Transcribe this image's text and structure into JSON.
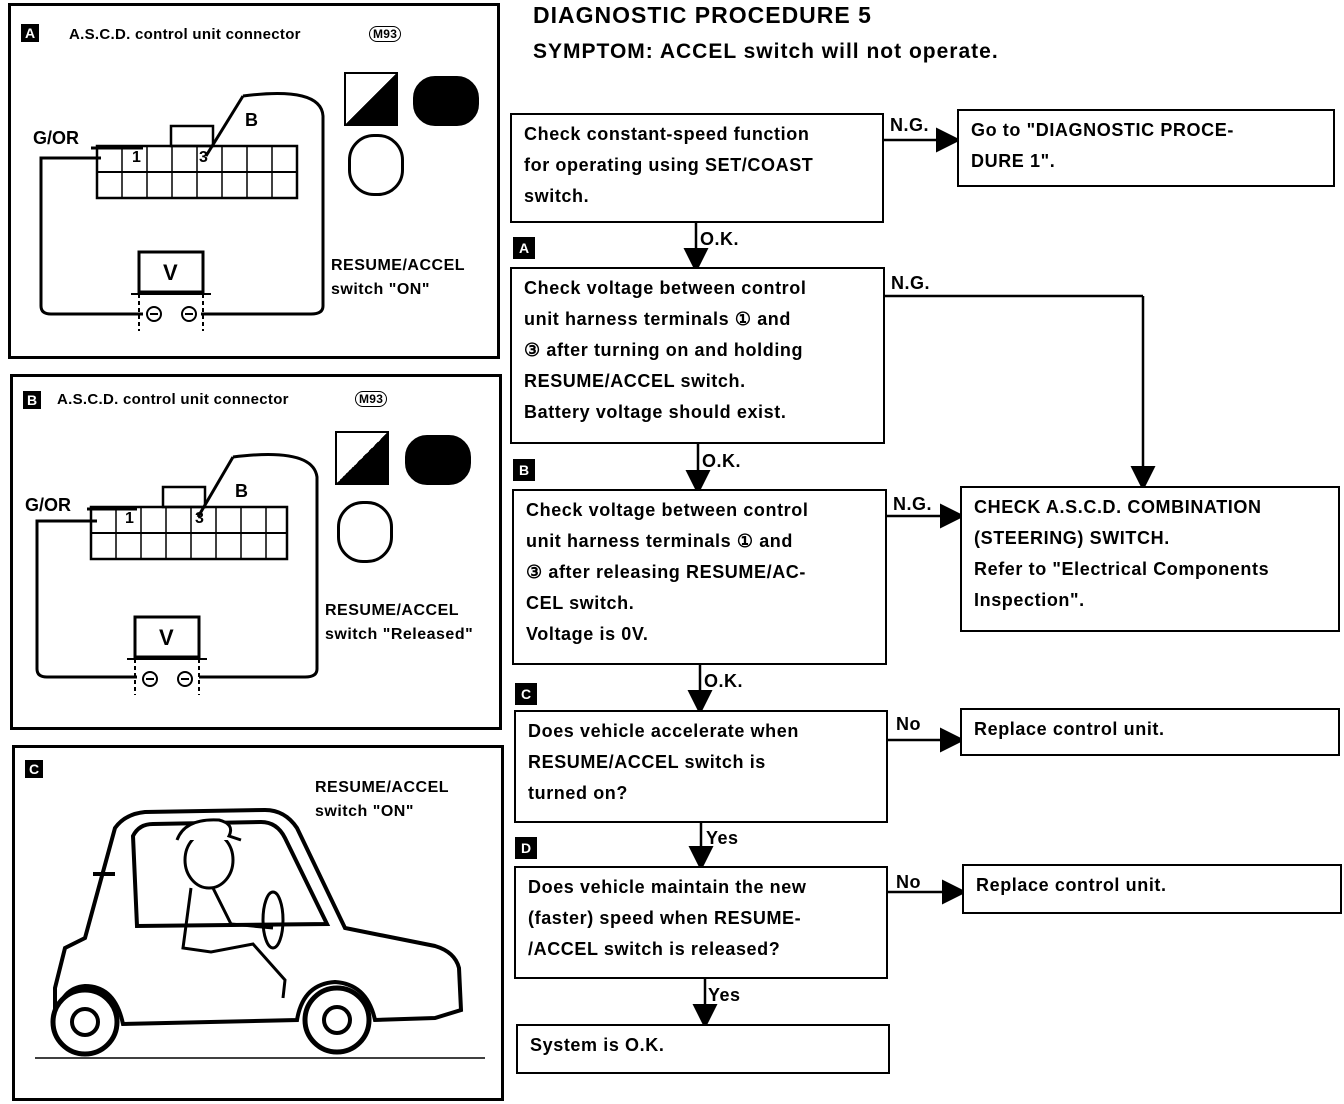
{
  "header": {
    "title": "DIAGNOSTIC PROCEDURE 5",
    "symptom": "SYMPTOM: ACCEL switch will not operate."
  },
  "panels": {
    "a": {
      "badge": "A",
      "title": "A.S.C.D. control unit connector",
      "connector_code": "M93",
      "wire_label": "G/OR",
      "probe_label": "B",
      "pin_1": "1",
      "pin_3": "3",
      "meter_label": "V",
      "condition": "RESUME/ACCEL\nswitch \"ON\"",
      "icon_tags": [
        "CONNECT",
        "MS",
        "ON"
      ]
    },
    "b": {
      "badge": "B",
      "title": "A.S.C.D. control unit connector",
      "connector_code": "M93",
      "wire_label": "G/OR",
      "probe_label": "B",
      "pin_1": "1",
      "pin_3": "3",
      "meter_label": "V",
      "condition": "RESUME/ACCEL\nswitch \"Released\"",
      "icon_tags": [
        "CONNECT",
        "MS",
        "ON"
      ]
    },
    "c": {
      "badge": "C",
      "condition": "RESUME/ACCEL\nswitch \"ON\""
    }
  },
  "flow": {
    "step1": "Check constant-speed function\nfor operating using SET/COAST\nswitch.",
    "step1_ng": "Go to \"DIAGNOSTIC PROCE-\nDURE 1\".",
    "marker_a": "A",
    "step2": "Check voltage between control\nunit harness terminals ① and\n③ after turning on and holding\nRESUME/ACCEL switch.\nBattery voltage should exist.",
    "marker_b": "B",
    "step3": "Check voltage between control\nunit harness terminals ① and\n③ after releasing RESUME/AC-\nCEL switch.\nVoltage is 0V.",
    "check_combination": "CHECK A.S.C.D. COMBINATION\n(STEERING) SWITCH.\nRefer to \"Electrical Components\nInspection\".",
    "marker_c": "C",
    "step4": "Does vehicle accelerate when\nRESUME/ACCEL switch is\nturned on?",
    "step4_no": "Replace control unit.",
    "marker_d": "D",
    "step5": "Does vehicle maintain the new\n(faster) speed when RESUME-\n/ACCEL switch is released?",
    "step5_no": "Replace control unit.",
    "final": "System is O.K.",
    "labels": {
      "ng1": "N.G.",
      "ok1": "O.K.",
      "ng2": "N.G.",
      "ok2": "O.K.",
      "ng3": "N.G.",
      "ok3": "O.K.",
      "no4": "No",
      "yes4": "Yes",
      "no5": "No",
      "yes5": "Yes"
    }
  }
}
